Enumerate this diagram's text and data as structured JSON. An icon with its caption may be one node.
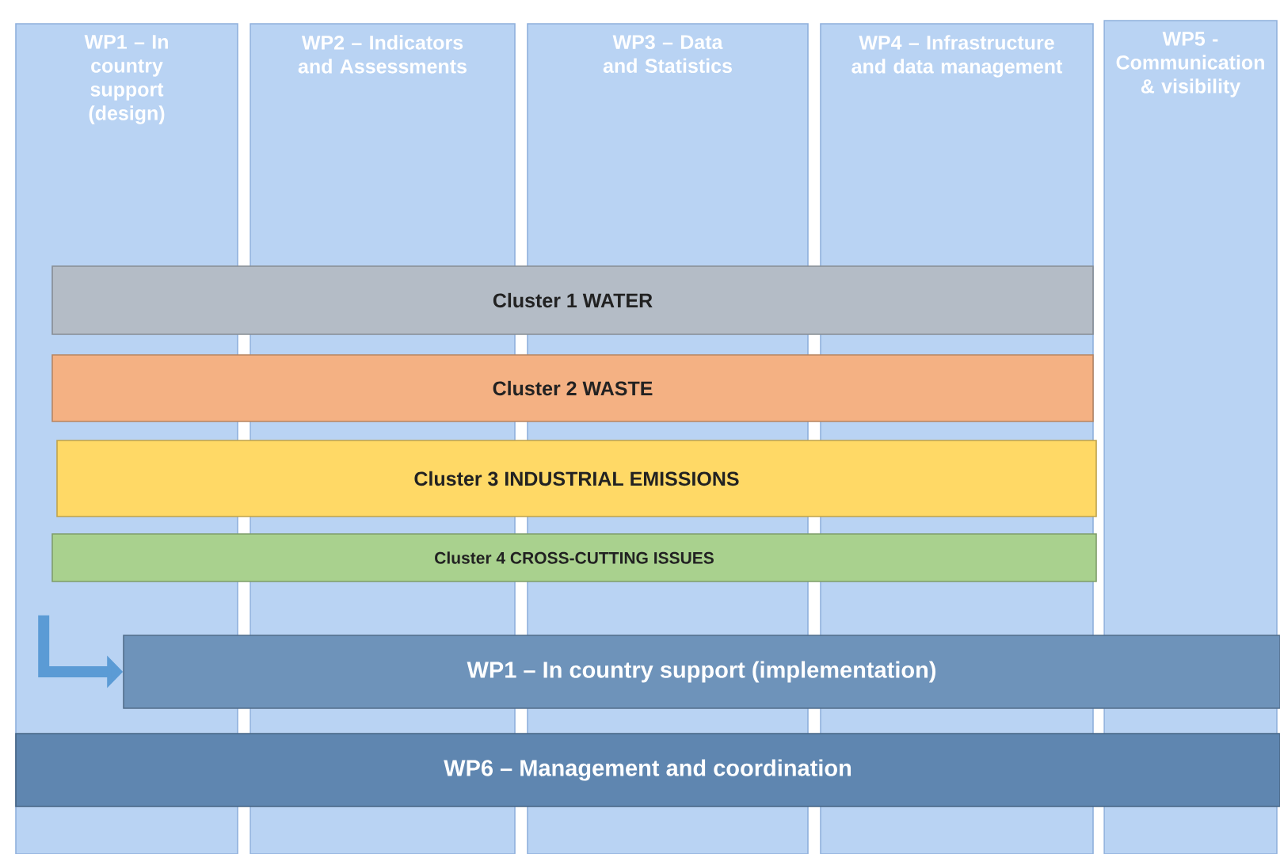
{
  "diagram": {
    "nodes": [
      {
        "text": [
          "WP1 – In country support (design)"
        ]
      },
      {
        "text": [
          "WP2 – Indicators and Assessments"
        ]
      },
      {
        "text": [
          "WP3 – Data and Statistics"
        ]
      },
      {
        "text": [
          "WP4 – Infrastructure and data management"
        ]
      },
      {
        "text": [
          "WP5 - Communication & visibility"
        ]
      },
      {
        "text": [
          "Cluster 1 WATER"
        ]
      },
      {
        "text": [
          "Cluster 2 WASTE"
        ]
      },
      {
        "text": [
          "Cluster 3 INDUSTRIAL EMISSIONS"
        ]
      },
      {
        "text": [
          "Cluster 4 CROSS-CUTTING ISSUES"
        ]
      },
      {
        "text": [
          "WP1 – In country support (implementation)"
        ]
      },
      {
        "text": [
          "WP6 – Management and coordination"
        ]
      }
    ],
    "edges": [
      {
        "from": 0,
        "to": 9,
        "arrow": "to"
      }
    ]
  }
}
